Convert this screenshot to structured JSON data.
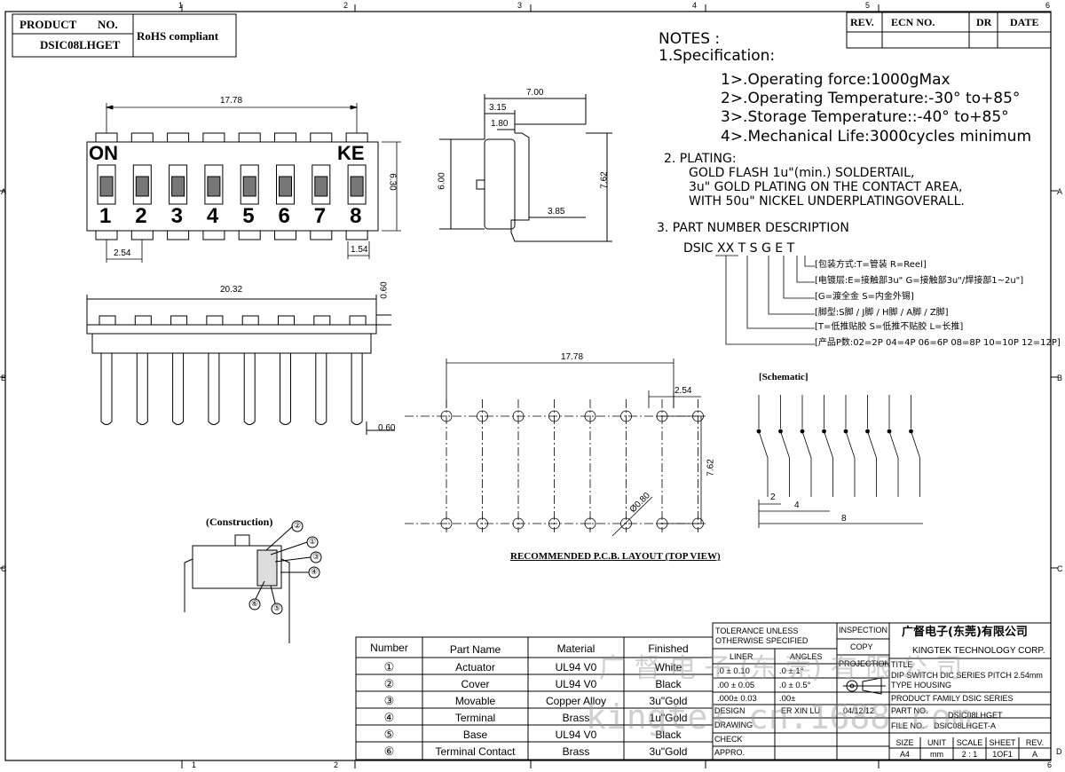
{
  "header": {
    "product_label": "PRODUCT",
    "no_label": "NO.",
    "product_no": "DSIC08LHGET",
    "rohs": "RoHS compliant"
  },
  "revision_block": {
    "rev": "REV.",
    "ecn": "ECN NO.",
    "dr": "DR",
    "date": "DATE"
  },
  "zones": {
    "columns": [
      "1",
      "2",
      "3",
      "4",
      "5",
      "6"
    ],
    "rows": [
      "A",
      "B",
      "C",
      "D"
    ]
  },
  "notes": {
    "title": "NOTES :",
    "spec_title": "1.Specification:",
    "spec_items": [
      "1>.Operating force:1000gMax",
      "2>.Operating Temperature:-30° to+85°",
      "3>.Storage Temperature::-40° to+85°",
      "4>.Mechanical Life:3000cycles minimum"
    ],
    "plating_title": "2. PLATING:",
    "plating_lines": [
      "GOLD FLASH 1u\"(min.) SOLDERTAIL,",
      "3u\" GOLD PLATING  ON THE CONTACT AREA,",
      "WITH 50u\" NICKEL UNDERPLATINGOVERALL."
    ],
    "pn_title": "3. PART NUMBER DESCRIPTION",
    "pn_code": "DSIC XX  T  S G E T",
    "pn_items": [
      "[包装方式:T=管装  R=Reel]",
      "[电镀层:E=接触部3u\" G=接触部3u\"/焊接部1~2u\"]",
      "[G=渡全金  S=内金外锡]",
      "[脚型:S脚 / J脚 / H脚 / A脚 / Z脚]",
      "[T=低推贴胶  S=低推不贴胶  L=长推]",
      "[产品P数:02=2P 04=4P 06=6P 08=8P 10=10P 12=12P]"
    ]
  },
  "top_view": {
    "label_on": "ON",
    "label_ke": "KE",
    "switch_numbers": [
      "1",
      "2",
      "3",
      "4",
      "5",
      "6",
      "7",
      "8"
    ],
    "dim_width": "17.78",
    "dim_height": "6.30",
    "dim_pitch": "2.54",
    "dim_pin": "1.54"
  },
  "side_view": {
    "dim_total": "7.00",
    "dim_315": "3.15",
    "dim_180": "1.80",
    "dim_600": "6.00",
    "dim_762": "7.62",
    "dim_385": "3.85"
  },
  "front_view": {
    "dim_width": "20.32",
    "dim_top": "0.60",
    "dim_pin": "0.60"
  },
  "pcb_layout": {
    "dim_width": "17.78",
    "dim_pitch": "2.54",
    "dim_row": "7.62",
    "dim_hole": "Ø0.80",
    "caption": "RECOMMENDED P.C.B. LAYOUT (TOP VIEW)"
  },
  "schematic": {
    "title": "[Schematic]",
    "dim_2": "2",
    "dim_4": "4",
    "dim_8": "8"
  },
  "construction": {
    "title": "(Construction)",
    "callouts": [
      "①",
      "②",
      "③",
      "④",
      "⑤",
      "⑥"
    ]
  },
  "bom": {
    "headers": [
      "Number",
      "Part Name",
      "Material",
      "Finished"
    ],
    "rows": [
      {
        "num": "①",
        "part": "Actuator",
        "material": "UL94 V0",
        "finish": "White"
      },
      {
        "num": "②",
        "part": "Cover",
        "material": "UL94 V0",
        "finish": "Black"
      },
      {
        "num": "③",
        "part": "Movable",
        "material": "Copper Alloy",
        "finish": "3u\"Gold"
      },
      {
        "num": "④",
        "part": "Terminal",
        "material": "Brass",
        "finish": "1u\"Gold"
      },
      {
        "num": "⑤",
        "part": "Base",
        "material": "UL94 V0",
        "finish": "Black"
      },
      {
        "num": "⑥",
        "part": "Terminal Contact",
        "material": "Brass",
        "finish": "3u\"Gold"
      }
    ]
  },
  "title_block": {
    "tolerance_title": "TOLERANCE UNLESS OTHERWISE SPECIFIED",
    "linear": "LINER",
    "angles": "ANGLES",
    "lin_rows": [
      ".0  ± 0.10",
      ".00 ± 0.05",
      ".000± 0.03"
    ],
    "ang_rows": [
      ".0  ±  1°",
      ".0  ±  0.5°",
      ".00±"
    ],
    "inspection": "INSPECTION",
    "copy": "COPY",
    "projection": "PROJECTION",
    "company_cn": "广督电子(东莞)有限公司",
    "company_en": "KINGTEK TECHNOLOGY CORP.",
    "title_label": "TITLE",
    "title_text": "DIP SWITCH DIC SERIES PITCH 2.54mm",
    "title_text2": "TYPE HOUSING",
    "family": "PRODUCT FAMILY DSIC SERIES",
    "part_no_label": "PART NO.",
    "part_no": "DSIC08LHGET",
    "file_no_label": "FILE NO.",
    "file_no": "DSIC08LHGET-A",
    "design": "DESIGN",
    "designer": "ER XIN LU",
    "date": "04/12/12",
    "drawing": "DRAWING",
    "check": "CHECK",
    "appro": "APPRO.",
    "size_headers": [
      "SIZE",
      "UNIT",
      "SCALE",
      "SHEET",
      "REV."
    ],
    "size_values": [
      "A4",
      "mm",
      "2 : 1",
      "1OF1",
      "A"
    ]
  },
  "watermark": {
    "line1": "广  督  电  子  (东  莞)  有  限  公  司",
    "line2": "kingtek.cn.1688.com"
  }
}
